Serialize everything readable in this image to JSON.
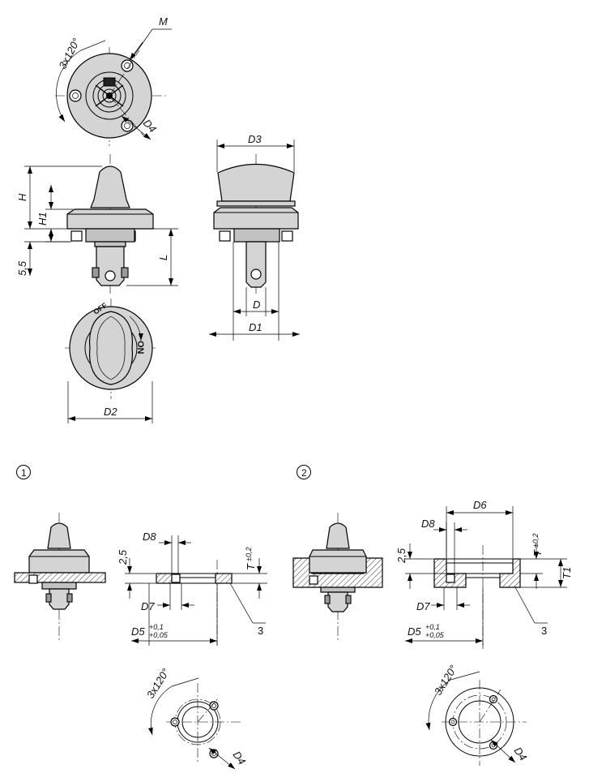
{
  "labels": {
    "angle": "3x120°",
    "m": "M",
    "d1": "D1",
    "d2": "D2",
    "d3": "D3",
    "d4": "D4",
    "d5": "D5",
    "d5_tol_upper": "+0,1",
    "d5_tol_lower": "+0,05",
    "d6": "D6",
    "d7": "D7",
    "d8": "D8",
    "d": "D",
    "h": "H",
    "h1": "H1",
    "l": "L",
    "t": "T",
    "t_tol": "±0,2",
    "t1": "T1",
    "dim_55": "5,5",
    "dim_25": "2,5",
    "ref_3": "3",
    "on": "ON",
    "off": "OFF"
  },
  "variants": {
    "v1": "①",
    "v2": "②"
  }
}
